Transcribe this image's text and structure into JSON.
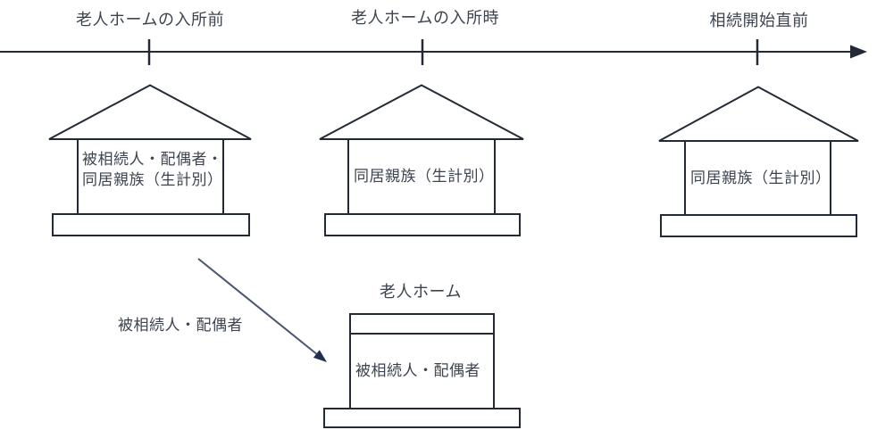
{
  "colors": {
    "background": "#ffffff",
    "line": "#232a36",
    "arrow_line": "#4a5570",
    "arrowhead": "#222f4e",
    "text": "#3d4450"
  },
  "timeline": {
    "labels": [
      "老人ホームの入所前",
      "老人ホームの入所時",
      "相続開始直前"
    ]
  },
  "houses": [
    {
      "occupants": "被相続人・配偶者・\n同居親族（生計別）"
    },
    {
      "occupants": "同居親族（生計別）"
    },
    {
      "occupants": "同居親族（生計別）"
    }
  ],
  "nursing_home": {
    "label": "老人ホーム",
    "occupants": "被相続人・配偶者"
  },
  "move_arrow": {
    "label": "被相続人・配偶者"
  }
}
